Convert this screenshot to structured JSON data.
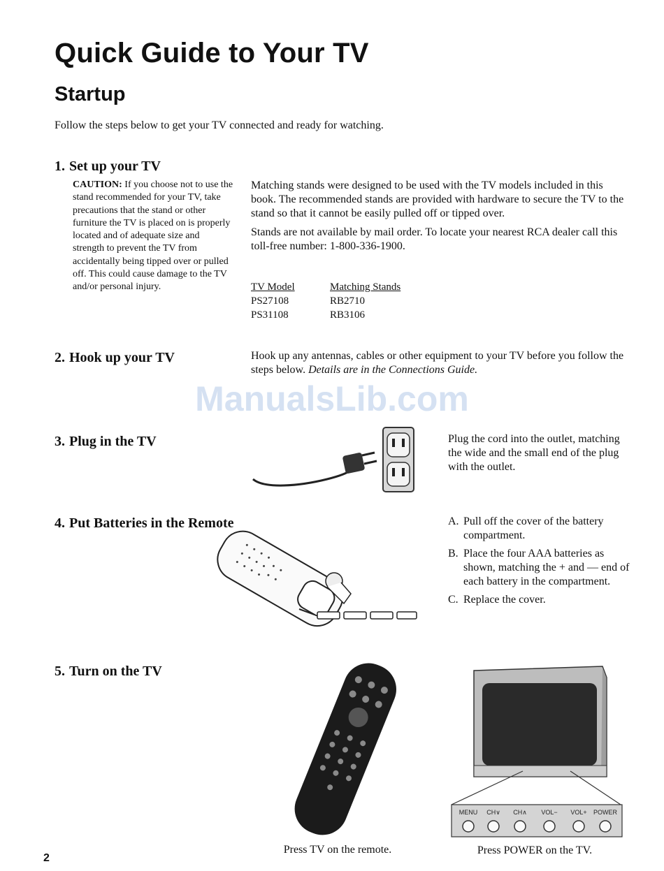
{
  "title": "Quick Guide to Your TV",
  "subtitle": "Startup",
  "intro": "Follow the steps below to get your TV connected and ready for watching.",
  "steps": [
    {
      "number": "1.",
      "heading": "Set up your TV"
    },
    {
      "number": "2.",
      "heading": "Hook up your TV"
    },
    {
      "number": "3.",
      "heading": "Plug in the TV"
    },
    {
      "number": "4.",
      "heading": "Put Batteries in the Remote"
    },
    {
      "number": "5.",
      "heading": "Turn on the TV"
    }
  ],
  "setup": {
    "caution_label": "CAUTION:",
    "caution_text": "If you choose not to use the stand recommended for your TV, take precautions that the stand or other furniture the TV is placed on is properly located and of adequate size and strength to prevent the TV from accidentally being tipped over or pulled off. This could cause damage to the TV and/or personal injury.",
    "para1": "Matching stands were  designed to be used with the TV models included in this book. The recommended stands are provided with hardware to secure the TV to the stand so that it cannot be easily pulled off or tipped over.",
    "para2": "Stands are not available by mail order. To locate your nearest RCA dealer call this toll-free number: 1-800-336-1900.",
    "table": {
      "headers": [
        "TV Model",
        "Matching Stands"
      ],
      "rows": [
        [
          "PS27108",
          "RB2710"
        ],
        [
          "PS31108",
          "RB3106"
        ]
      ]
    }
  },
  "hookup": {
    "text": "Hook up any antennas, cables or other equipment to your TV before you follow the steps below.",
    "details": "Details are in the Connections Guide."
  },
  "watermark": "ManualsLib.com",
  "plug": {
    "text": "Plug the cord into the outlet, matching the wide and the small end of the plug with the outlet."
  },
  "batteries": {
    "items": [
      {
        "letter": "A.",
        "text": "Pull off the cover of the battery compartment."
      },
      {
        "letter": "B.",
        "text": "Place the four AAA batteries as shown, matching the + and — end of each battery in the compartment."
      },
      {
        "letter": "C.",
        "text": "Replace the cover."
      }
    ]
  },
  "turn_on": {
    "remote_caption": "Press TV on the remote.",
    "tv_caption": "Press POWER on the TV.",
    "panel_labels": [
      "MENU",
      "CH∨",
      "CH∧",
      "VOL−",
      "VOL+",
      "POWER"
    ]
  },
  "page_number": "2"
}
